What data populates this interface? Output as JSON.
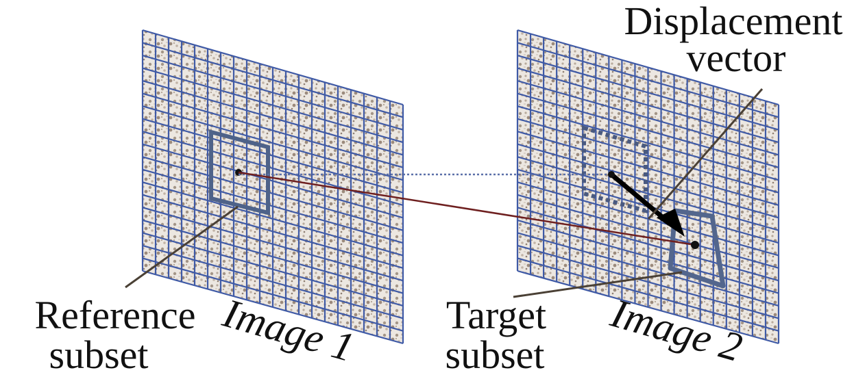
{
  "labels": {
    "displacement_line1": "Displacement",
    "displacement_line2": "vector",
    "reference_line1": "Reference",
    "reference_line2": "subset",
    "image1": "Image 1",
    "target_line1": "Target",
    "target_line2": "subset",
    "image2": "Image 2"
  },
  "colors": {
    "grid_line": "#3f5aa6",
    "speckle_light": "#efeae4",
    "speckle_dark": "#9b8a7c",
    "subset_outline": "#4e6289",
    "ray_line": "#6e1f1f",
    "dotted_line": "#5a6fa8",
    "leader_line": "#4a4035",
    "arrow": "#000000"
  }
}
